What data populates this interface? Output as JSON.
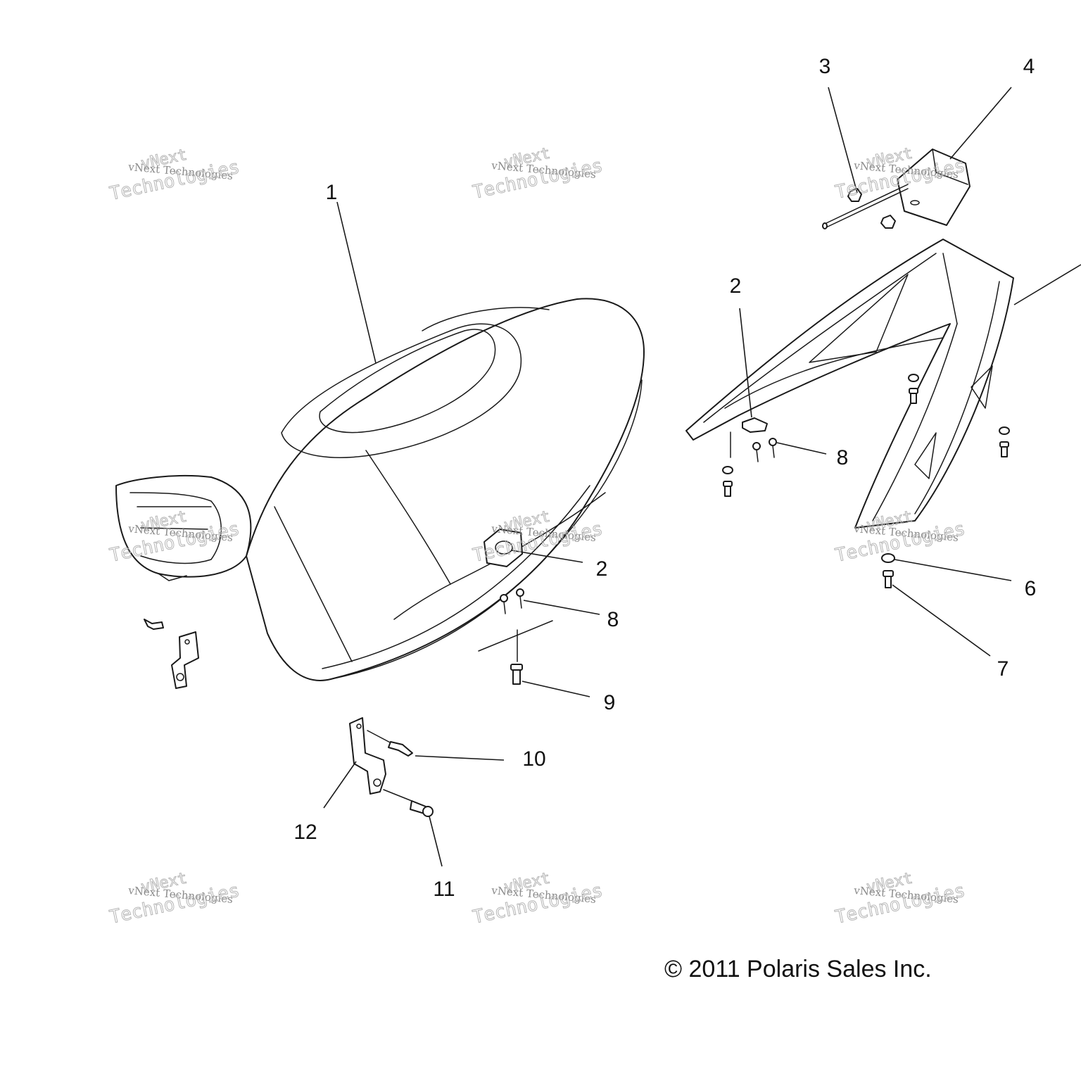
{
  "callouts": {
    "seat": "1",
    "grommet_left": "2",
    "grommet_right": "2",
    "nut": "3",
    "grab_handle_cap": "4",
    "washer": "6",
    "bolt_right": "7",
    "rivet_left": "8",
    "rivet_right": "8",
    "bolt_left": "9",
    "pin": "10",
    "screw": "11",
    "bracket": "12"
  },
  "watermark": {
    "line1": "vNext Technologies",
    "line2": "vNext",
    "line3": "Technologies"
  },
  "copyright": "© 2011 Polaris Sales Inc."
}
